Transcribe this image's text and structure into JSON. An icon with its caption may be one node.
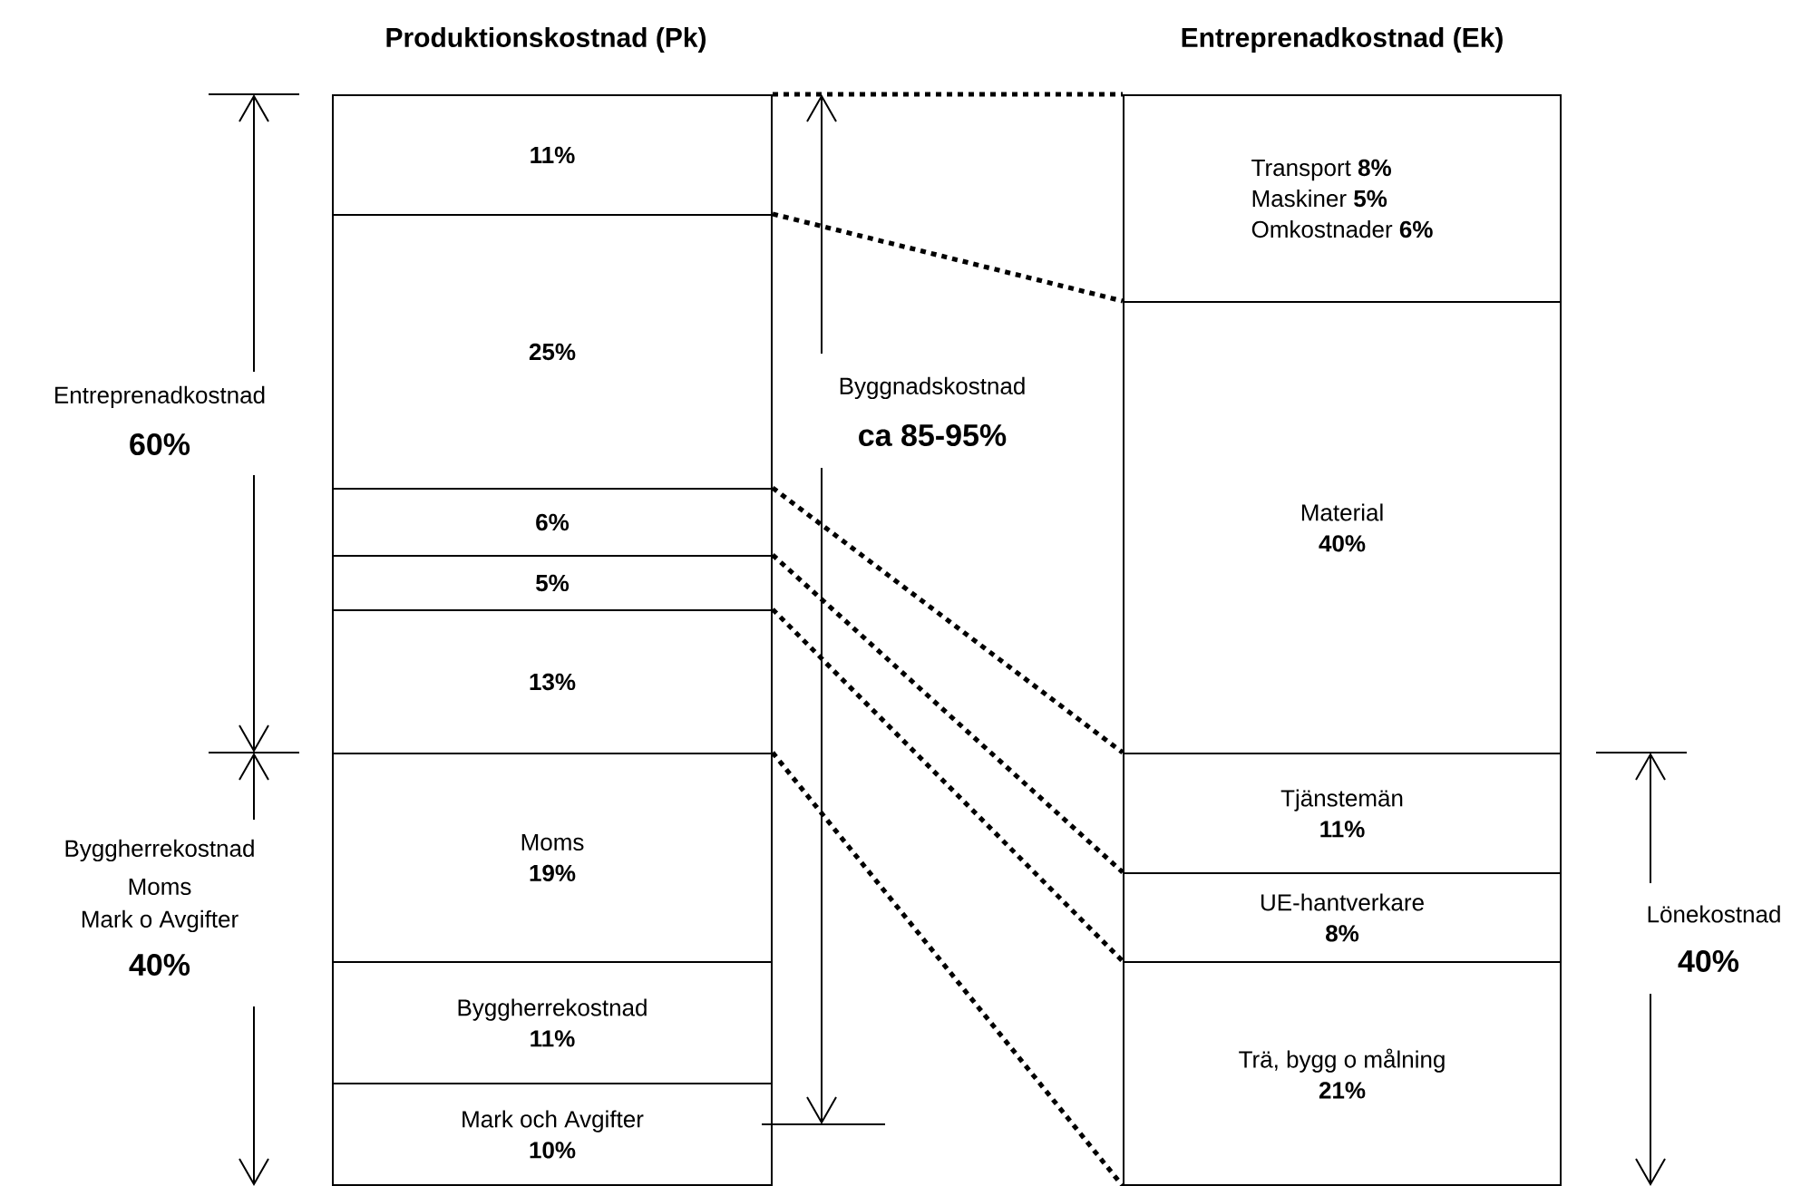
{
  "diagram": {
    "nodes": [
      {
        "text": [
          "11%"
        ]
      },
      {
        "text": [
          "25%"
        ]
      },
      {
        "text": [
          "6%"
        ]
      },
      {
        "text": [
          "5%"
        ]
      },
      {
        "text": [
          "13%"
        ]
      },
      {
        "text": [
          "Moms",
          "19%"
        ]
      },
      {
        "text": [
          "Byggherrekostnad",
          "11%"
        ]
      },
      {
        "text": [
          "Mark och Avgifter",
          "10%"
        ]
      },
      {
        "text": [
          "Transport **8%**",
          "Maskiner **5%**",
          "Omkostnader **6%**"
        ]
      },
      {
        "text": [
          "Material",
          "40%"
        ]
      },
      {
        "text": [
          "Tjänstemän",
          "11%"
        ]
      },
      {
        "text": [
          "UE-hantverkare",
          "8%"
        ]
      },
      {
        "text": [
          "Trä, bygg o målning",
          "21%"
        ]
      }
    ],
    "edges": [
      {
        "from": 0,
        "to": 8,
        "arrow": "none",
        "style": "dashed"
      },
      {
        "from": 1,
        "to": 9,
        "arrow": "none",
        "style": "dashed"
      },
      {
        "from": 2,
        "to": 10,
        "arrow": "none",
        "style": "dashed"
      },
      {
        "from": 3,
        "to": 11,
        "arrow": "none",
        "style": "dashed"
      },
      {
        "from": 4,
        "to": 12,
        "arrow": "none",
        "style": "dashed"
      },
      {
        "from": 5,
        "to": 12,
        "arrow": "none",
        "style": "dashed"
      }
    ],
    "labels": [
      "Produktionskostnad (Pk)",
      "Entreprenadkostnad (Ek)",
      "Entreprenadkostnad",
      "60%",
      "Byggnadskostnad",
      "ca 85-95%",
      "Byggherrekostnad",
      "Moms",
      "Mark o Avgifter",
      "40%",
      "Lönekostnad",
      "40%"
    ]
  }
}
